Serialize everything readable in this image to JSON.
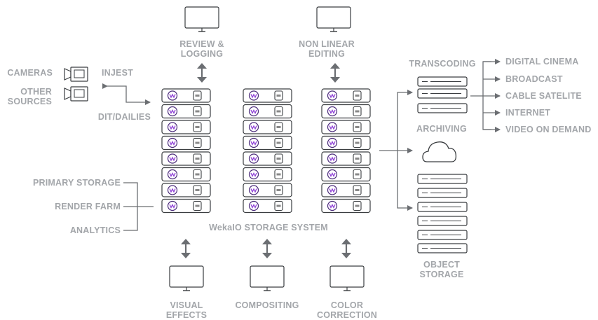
{
  "colors": {
    "arrow": "#6b6e72",
    "label": "#a3a6aa",
    "outline": "#3a3d40",
    "logo_ring": "#4a2a7a",
    "logo_mark": "#8e3fd6"
  },
  "icons": [
    "monitor-icon",
    "camera-icon",
    "server-rack-icon",
    "cloud-icon",
    "weka-logo-icon",
    "double-arrow-icon"
  ],
  "labels": {
    "review_logging": [
      "REVIEW &",
      "LOGGING"
    ],
    "non_linear_editing": [
      "NON LINEAR",
      "EDITING"
    ],
    "cameras": "CAMERAS",
    "other_sources": [
      "OTHER",
      "SOURCES"
    ],
    "injest": "INJEST",
    "dit_dailies": "DIT/DAILIES",
    "primary_storage": "PRIMARY STORAGE",
    "render_farm": "RENDER FARM",
    "analytics": "ANALYTICS",
    "storage_system": "WekaIO STORAGE SYSTEM",
    "visual_effects": [
      "VISUAL",
      "EFFECTS"
    ],
    "compositing": "COMPOSITING",
    "color_correction": [
      "COLOR",
      "CORRECTION"
    ],
    "transcoding": "TRANSCODING",
    "archiving": "ARCHIVING",
    "object_storage": [
      "OBJECT",
      "STORAGE"
    ],
    "outputs": [
      "DIGITAL CINEMA",
      "BROADCAST",
      "CABLE SATELITE",
      "INTERNET",
      "VIDEO ON DEMAND"
    ]
  }
}
